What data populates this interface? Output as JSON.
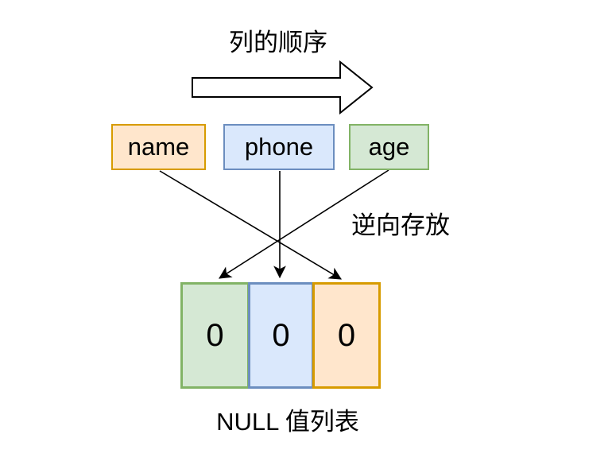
{
  "labels": {
    "column_order": "列的顺序",
    "reverse_storage": "逆向存放",
    "caption": "NULL 值列表"
  },
  "columns": [
    {
      "label": "name",
      "fill": "#FFE6CC",
      "border": "#D79B00"
    },
    {
      "label": "phone",
      "fill": "#DAE8FC",
      "border": "#6C8EBF"
    },
    {
      "label": "age",
      "fill": "#D5E8D4",
      "border": "#82B366"
    }
  ],
  "null_list": {
    "cells": [
      {
        "value": "0",
        "fill": "#D5E8D4",
        "border": "#82B366"
      },
      {
        "value": "0",
        "fill": "#DAE8FC",
        "border": "#6C8EBF"
      },
      {
        "value": "0",
        "fill": "#FFE6CC",
        "border": "#D79B00"
      }
    ]
  },
  "connections": [
    {
      "from": "name",
      "to": "null-cell-3"
    },
    {
      "from": "phone",
      "to": "null-cell-2"
    },
    {
      "from": "age",
      "to": "null-cell-1"
    }
  ],
  "icons": {
    "direction_arrow": "right-block-arrow"
  },
  "colors": {
    "line": "#000000",
    "background": "#ffffff"
  }
}
